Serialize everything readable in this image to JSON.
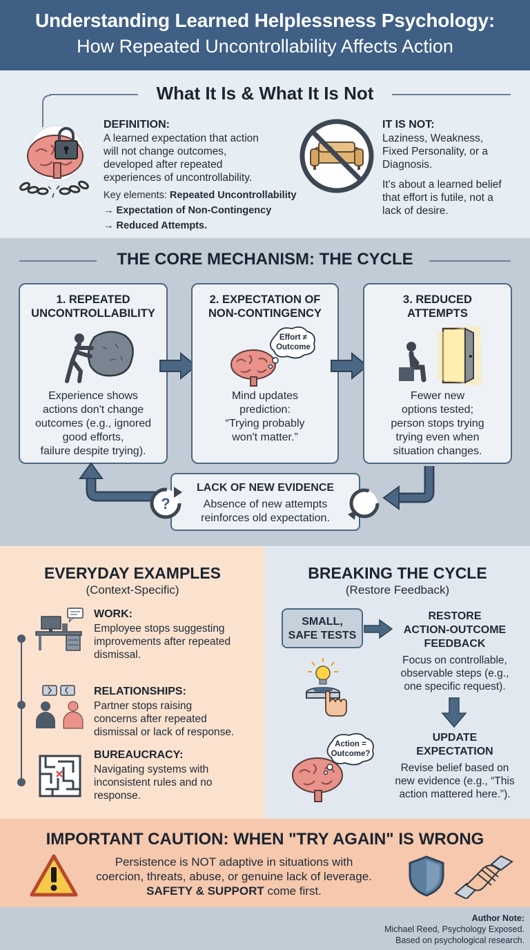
{
  "header": {
    "title": "Understanding Learned Helplessness Psychology:",
    "subtitle": "How Repeated Uncontrollability Affects Action"
  },
  "what_it_is": {
    "title": "What It Is & What It Is Not",
    "definition_heading": "DEFINITION:",
    "definition_lines": [
      "A learned expectation that action",
      "will not change outcomes,",
      "developed after repeated",
      "experiences of uncontrollability."
    ],
    "key_label": "Key elements: ",
    "key_1": "Repeated Uncontrollability",
    "key_2": "→ Expectation of Non-Contingency",
    "key_3": "→ Reduced Attempts.",
    "not_heading": "IT IS NOT:",
    "not_lines": [
      "Laziness, Weakness,",
      "Fixed Personality, or a",
      "Diagnosis."
    ],
    "not_desc_lines": [
      "It's about a learned belief",
      "that effort is futile, not a",
      "lack of desire."
    ]
  },
  "cycle": {
    "title": "THE CORE MECHANISM: THE CYCLE",
    "steps": [
      {
        "title_lines": [
          "1. REPEATED",
          "UNCONTROLLABILITY"
        ],
        "body_lines": [
          "Experience shows",
          "actions don't change",
          "outcomes (e.g., ignored",
          "good efforts,",
          "failure despite trying)."
        ]
      },
      {
        "title_lines": [
          "2. EXPECTATION OF",
          "NON-CONTINGENCY"
        ],
        "bubble_lines": [
          "Effort ≠",
          "Outcome"
        ],
        "body_lines": [
          "Mind updates",
          "prediction:",
          "“Trying probably",
          "won't matter.”"
        ]
      },
      {
        "title_lines": [
          "3. REDUCED",
          "ATTEMPTS"
        ],
        "body_lines": [
          "Fewer new",
          "options tested;",
          "person stops trying",
          "trying even when",
          "situation changes."
        ]
      }
    ],
    "feedback_title": "LACK OF NEW EVIDENCE",
    "feedback_lines": [
      "Absence of new attempts",
      "reinforces old expectation."
    ]
  },
  "examples": {
    "title": "EVERYDAY EXAMPLES",
    "subtitle": "(Context-Specific)",
    "items": [
      {
        "heading": "WORK:",
        "lines": [
          "Employee stops suggesting",
          "improvements after repeated",
          "dismissal."
        ]
      },
      {
        "heading": "RELATIONSHIPS:",
        "lines": [
          "Partner stops raising",
          "concerns after repeated",
          "dismissal or lack of response."
        ]
      },
      {
        "heading": "BUREAUCRACY:",
        "lines": [
          "Navigating systems with",
          "inconsistent rules and no",
          "response."
        ]
      }
    ]
  },
  "breaking": {
    "title": "BREAKING THE CYCLE",
    "subtitle": "(Restore Feedback)",
    "tests_lines": [
      "SMALL,",
      "SAFE TESTS"
    ],
    "restore_lines": [
      "RESTORE",
      "ACTION-OUTCOME",
      "FEEDBACK"
    ],
    "restore_body": [
      "Focus on controllable,",
      "observable steps (e.g.,",
      "one specific request)."
    ],
    "bubble_lines": [
      "Action =",
      "Outcome?"
    ],
    "update_lines": [
      "UPDATE",
      "EXPECTATION"
    ],
    "update_body": [
      "Revise belief based on",
      "new evidence (e.g., “This",
      "action mattered here.”)."
    ]
  },
  "caution": {
    "title": "IMPORTANT CAUTION: WHEN \"TRY AGAIN\" IS WRONG",
    "line1": "Persistence is NOT adaptive in situations with",
    "line2": "coercion, threats, abuse, or genuine lack of leverage.",
    "line3_bold": "SAFETY & SUPPORT",
    "line3_rest": " come first."
  },
  "author": {
    "label": "Author Note:",
    "line1": "Michael Reed, Psychology Exposed.",
    "line2": "Based on psychological research."
  },
  "colors": {
    "header": "#3f5f85",
    "navy": "#4c6783",
    "brain": "#e8928a",
    "peach": "#fbe2cf",
    "caution": "#f6c8ad"
  }
}
